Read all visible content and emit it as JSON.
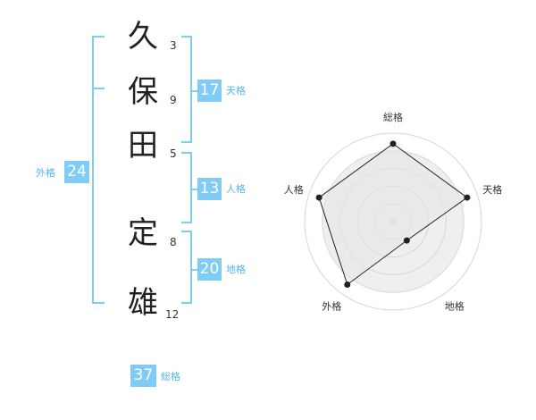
{
  "name_chars": [
    {
      "char": "久",
      "strokes": "3"
    },
    {
      "char": "保",
      "strokes": "9"
    },
    {
      "char": "田",
      "strokes": "5"
    },
    {
      "char": "定",
      "strokes": "8"
    },
    {
      "char": "雄",
      "strokes": "12"
    }
  ],
  "fortunes": {
    "tenkaku": {
      "value": "17",
      "label": "天格"
    },
    "jinkaku": {
      "value": "13",
      "label": "人格"
    },
    "chikaku": {
      "value": "20",
      "label": "地格"
    },
    "gaikaku": {
      "value": "24",
      "label": "外格"
    },
    "soukaku": {
      "value": "37",
      "label": "総格"
    }
  },
  "colors": {
    "accent": "#7fcdf5",
    "label_text": "#55b7e8"
  },
  "chart_data": {
    "type": "radar",
    "axes": [
      "総格",
      "天格",
      "地格",
      "外格",
      "人格"
    ],
    "values": [
      5,
      5,
      1.5,
      5,
      5
    ],
    "max": 5,
    "rings": 5
  }
}
